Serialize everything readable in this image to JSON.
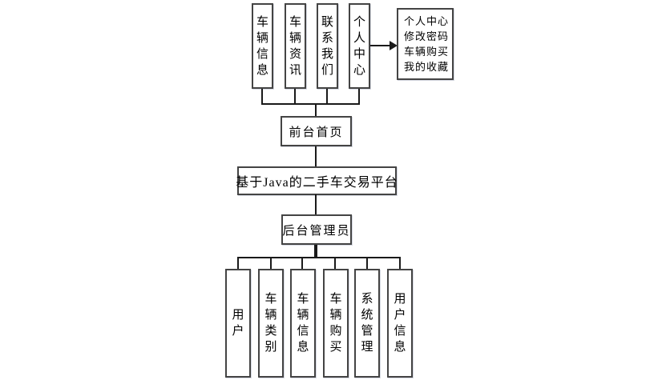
{
  "diagram": {
    "platform_title": "基于Java的二手车交易平台",
    "front_home_label": "前台首页",
    "admin_label": "后台管理员",
    "front_modules": [
      "车辆信息",
      "车辆资讯",
      "联系我们",
      "个人中心"
    ],
    "personal_center_panel": {
      "lines": [
        "个人中心",
        "修改密码",
        "车辆购买",
        "我的收藏"
      ]
    },
    "admin_modules": [
      "用户",
      "车辆类别",
      "车辆信息",
      "车辆购买",
      "系统管理",
      "用户信息"
    ],
    "colors": {
      "background": "#ffffff",
      "box_border": "#444444",
      "connector": "#1a1a1a",
      "text": "#000000"
    }
  }
}
